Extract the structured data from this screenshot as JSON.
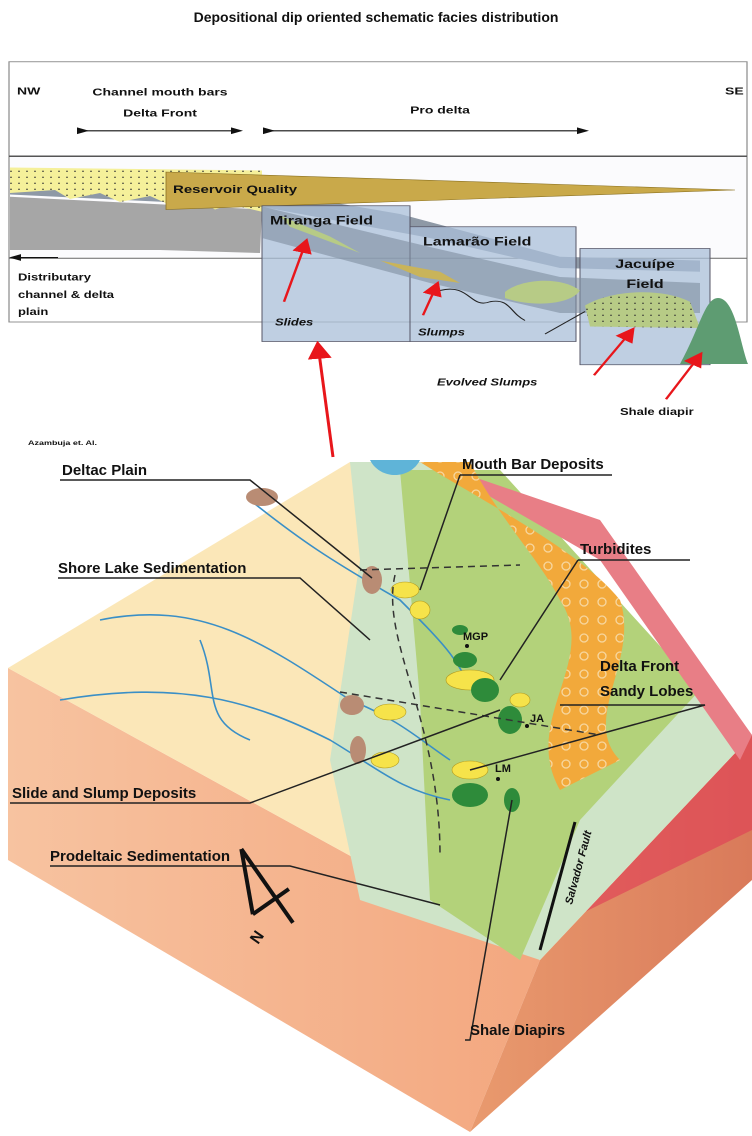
{
  "title": "Depositional dip oriented schematic facies distribution",
  "cross_section": {
    "nw": "NW",
    "se": "SE",
    "zone_delta_front_line1": "Channel mouth bars",
    "zone_delta_front_line2": "Delta Front",
    "zone_pro_delta": "Pro delta",
    "reservoir_quality": "Reservoir Quality",
    "miranga": "Miranga Field",
    "lamarao": "Lamarão Field",
    "jacuipe_line1": "Jacuípe",
    "jacuipe_line2": "Field",
    "distributary_line1": "Distributary",
    "distributary_line2": "channel & delta",
    "distributary_line3": "plain",
    "slides": "Slides",
    "slumps": "Slumps",
    "evolved_slumps": "Evolved Slumps",
    "shale_diapir": "Shale diapir",
    "credit": "Azambuja et. Al."
  },
  "block_diagram": {
    "deltaic_plain": "Deltac Plain",
    "mouth_bar": "Mouth Bar Deposits",
    "turbidites": "Turbidites",
    "shore_lake": "Shore Lake Sedimentation",
    "delta_front_line1": "Delta Front",
    "delta_front_line2": "Sandy Lobes",
    "slide_slump": "Slide and Slump Deposits",
    "prodeltaic": "Prodeltaic Sedimentation",
    "shale_diapirs": "Shale Diapirs",
    "salvador_fault": "Salvador Fault",
    "mgp": "MGP",
    "ja": "JA",
    "lm": "LM",
    "north": "N"
  },
  "colors": {
    "sand": "#f5f09a",
    "reservoir": "#c9a94a",
    "shale": "#9a9a9a",
    "field_box": "#a9bfd8",
    "arrow": "#e8161b",
    "green_fan": "#b7cb86",
    "diapir": "#5e9c72",
    "orange": "#f2a93b",
    "pink": "#e88a8a"
  }
}
